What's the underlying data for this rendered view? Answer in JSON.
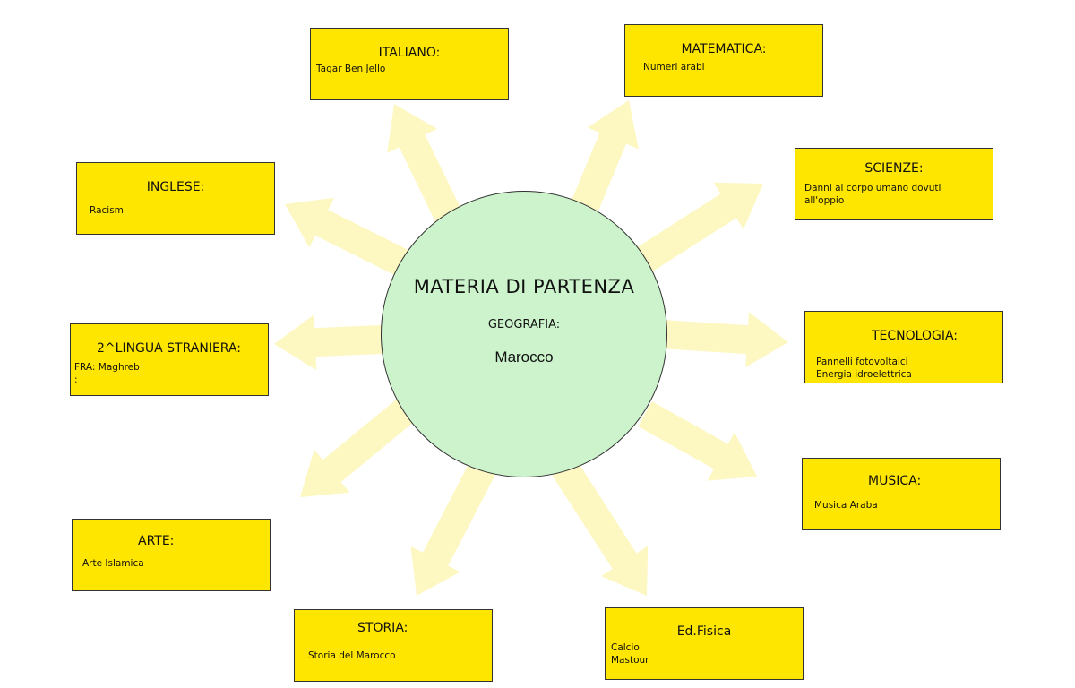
{
  "colors": {
    "box_fill": "#ffe600",
    "circle_fill": "#ccf3cc",
    "arrow_fill": "#fdf7c2"
  },
  "center": {
    "title": "MATERIA DI PARTENZA",
    "subject": "GEOGRAFIA:",
    "topic": "Marocco"
  },
  "boxes": {
    "italiano": {
      "title": "ITALIANO:",
      "lines": [
        "Tagar Ben Jello"
      ]
    },
    "matematica": {
      "title": "MATEMATICA:",
      "lines": [
        "Numeri arabi"
      ]
    },
    "inglese": {
      "title": "INGLESE:",
      "lines": [
        "Racism"
      ]
    },
    "scienze": {
      "title": "SCIENZE:",
      "lines": [
        "Danni al corpo umano dovuti",
        "all'oppio"
      ]
    },
    "lingua2": {
      "title": "2^LINGUA STRANIERA:",
      "lines": [
        "FRA: Maghreb",
        ":"
      ]
    },
    "tecnologia": {
      "title": "TECNOLOGIA:",
      "lines": [
        "Pannelli fotovoltaici",
        "Energia idroelettrica"
      ]
    },
    "musica": {
      "title": "MUSICA:",
      "lines": [
        "Musica Araba"
      ]
    },
    "arte": {
      "title": "ARTE:",
      "lines": [
        "Arte Islamica"
      ]
    },
    "storia": {
      "title": "STORIA:",
      "lines": [
        "Storia del Marocco"
      ]
    },
    "edfisica": {
      "title": "Ed.Fisica",
      "lines": [
        "Calcio",
        "Mastour"
      ]
    }
  }
}
